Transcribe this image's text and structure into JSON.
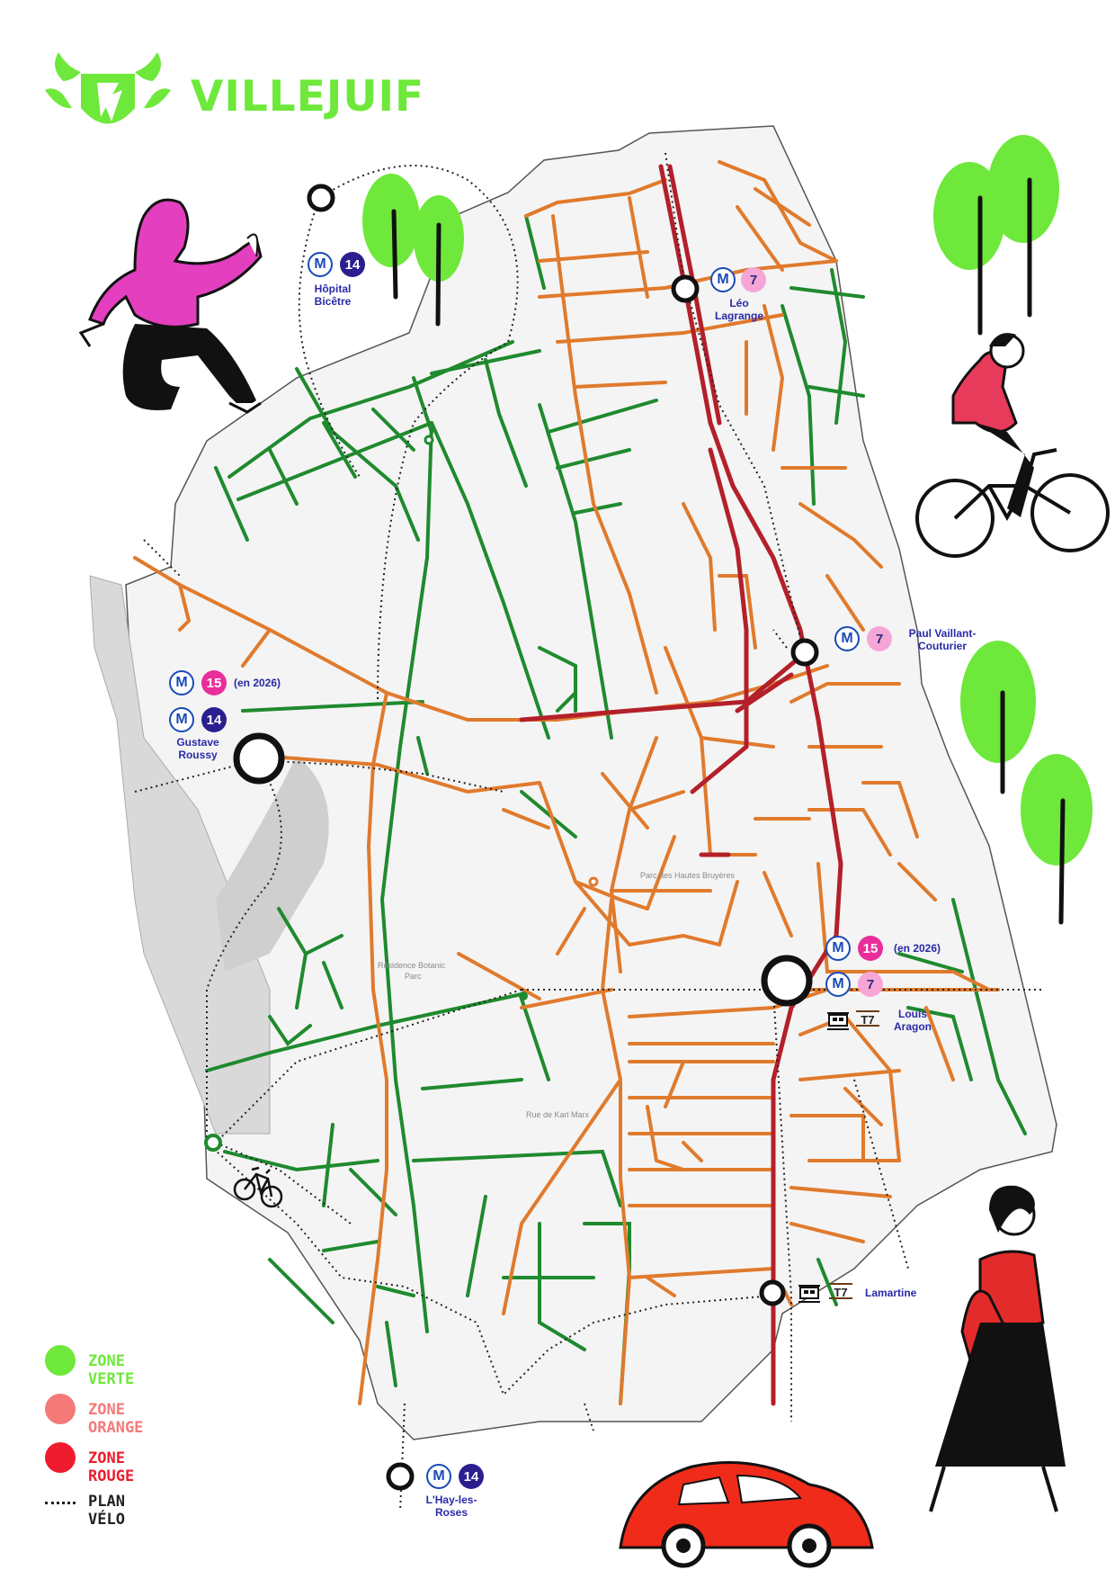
{
  "brand": {
    "name": "VILLEJUIF",
    "color": "#6ee83a"
  },
  "colors": {
    "zone_verte": "#1f8a2e",
    "zone_orange": "#e07a2c",
    "zone_rouge": "#b3202a",
    "legend_verte": "#6ee83a",
    "legend_orange": "#f47a7a",
    "legend_rouge": "#ee1c2e",
    "metro_14": "#2b1f8f",
    "metro_7": "#f6a6d6",
    "metro_15": "#e92e9b",
    "tram_t7": "#6b3b15",
    "station_label": "#2a2aa8"
  },
  "stations": [
    {
      "id": "hopital-bicetre",
      "name_line1": "Hôpital",
      "name_line2": "Bicêtre",
      "lines": [
        "14"
      ]
    },
    {
      "id": "leo-lagrange",
      "name_line1": "Léo",
      "name_line2": "Lagrange",
      "lines": [
        "7"
      ]
    },
    {
      "id": "paul-vaillant-couturier",
      "name_line1": "Paul Vaillant-",
      "name_line2": "Couturier",
      "lines": [
        "7"
      ]
    },
    {
      "id": "gustave-roussy",
      "name_line1": "Gustave",
      "name_line2": "Roussy",
      "lines": [
        "15",
        "14"
      ],
      "note": "(en 2026)"
    },
    {
      "id": "louis-aragon",
      "name_line1": "Louis",
      "name_line2": "Aragon",
      "lines": [
        "15",
        "7",
        "T7"
      ],
      "note": "(en 2026)"
    },
    {
      "id": "lamartine",
      "name_line1": "Lamartine",
      "name_line2": "",
      "lines": [
        "T7"
      ]
    },
    {
      "id": "lhay-les-roses",
      "name_line1": "L'Hay-les-",
      "name_line2": "Roses",
      "lines": [
        "14"
      ]
    }
  ],
  "metro_symbol": "M",
  "line_labels": {
    "l14": "14",
    "l7": "7",
    "l15": "15",
    "t7": "T7"
  },
  "map_labels": {
    "residence": "Résidence Botanic",
    "parc": "Parc",
    "karl_marx": "Rue de Karl Marx",
    "parc_bruyeres": "Parc des Hautes Bruyères"
  },
  "legend": {
    "items": [
      {
        "label": "ZONE VERTE",
        "color": "#6ee83a"
      },
      {
        "label": "ZONE ORANGE",
        "color": "#f47a7a"
      },
      {
        "label": "ZONE ROUGE",
        "color": "#ee1c2e"
      }
    ],
    "bike_plan_label": "PLAN VÉLO"
  },
  "icons": [
    "city-logo-icon",
    "tram-icon",
    "bicycle-icon",
    "metro-icon",
    "tree-icon",
    "car-icon"
  ]
}
